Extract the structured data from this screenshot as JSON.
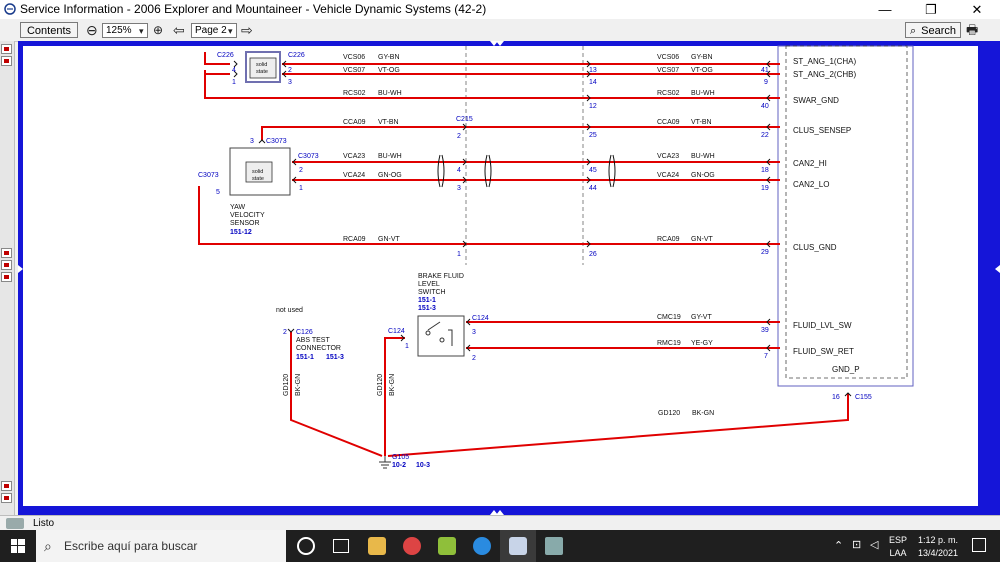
{
  "window": {
    "title": "Service Information - 2006 Explorer and Mountaineer - Vehicle Dynamic Systems (42-2)"
  },
  "window_controls": {
    "minimize": "—",
    "maximize": "❐",
    "close": "✕"
  },
  "toolbar": {
    "contents_label": "Contents",
    "zoom_value": "125%",
    "page_value": "Page 2",
    "search_label": "Search",
    "zoom_out_icon": "⊖",
    "back_icon": "⇦",
    "forward_icon": "⇨",
    "print_icon": "🖶"
  },
  "status": {
    "text": "Listo"
  },
  "taskbar": {
    "search_placeholder": "Escribe aquí para buscar",
    "lang_top": "ESP",
    "lang_bottom": "LAA",
    "time": "1:12 p. m.",
    "date": "13/4/2021"
  },
  "colors": {
    "wire": "#e00000",
    "label": "#0000c0",
    "frame": "#1515d8"
  },
  "diagram": {
    "connectors": {
      "c226a": "C226",
      "c226b": "C226",
      "c215": "C215",
      "c3073a": "C3073",
      "c3073b": "C3073",
      "c3073c": "C3073",
      "c126": "C126",
      "c124a": "C124",
      "c124b": "C124",
      "c155": "C155",
      "g105": "G105"
    },
    "pins": {
      "p226_4": "4",
      "p226_1": "1",
      "p226_2": "2",
      "p226_3": "3",
      "p13": "13",
      "p14": "14",
      "p12": "12",
      "p41": "41",
      "p9": "9",
      "p40": "40",
      "p215_2": "2",
      "p25": "25",
      "p22": "22",
      "p3073_3": "3",
      "p3073_2": "2",
      "p3073_1": "1",
      "p3073_5": "5",
      "pm4": "4",
      "pm3": "3",
      "p45": "45",
      "p44": "44",
      "p18": "18",
      "p19": "19",
      "pm1": "1",
      "p26": "26",
      "p29": "29",
      "p126_2": "2",
      "p124_3": "3",
      "p124_1": "1",
      "p124_2": "2",
      "p39": "39",
      "p7": "7",
      "p16": "16"
    },
    "circuits": {
      "vcs06a": "VCS06",
      "gybn_a": "GY-BN",
      "vcs06b": "VCS06",
      "gybn_b": "GY-BN",
      "vcs07a": "VCS07",
      "vtog_a": "VT-OG",
      "vcs07b": "VCS07",
      "vtog_b": "VT-OG",
      "rcs02a": "RCS02",
      "buwh_a": "BU-WH",
      "rcs02b": "RCS02",
      "buwh_b": "BU-WH",
      "cca09a": "CCA09",
      "vtbn_a": "VT-BN",
      "cca09b": "CCA09",
      "vtbn_b": "VT-BN",
      "vca23a": "VCA23",
      "buwh_c": "BU-WH",
      "vca23b": "VCA23",
      "buwh_d": "BU-WH",
      "vca24a": "VCA24",
      "gnog_a": "GN-OG",
      "vca24b": "VCA24",
      "gnog_b": "GN-OG",
      "rca09a": "RCA09",
      "gnvt_a": "GN-VT",
      "rca09b": "RCA09",
      "gnvt_b": "GN-VT",
      "cmc19": "CMC19",
      "gyvt": "GY-VT",
      "rmc19": "RMC19",
      "yegy": "YE-GY",
      "gd120a": "GD120",
      "bkgn_a": "BK-GN",
      "gd120b": "GD120",
      "bkgn_b": "BK-GN",
      "gd120c": "GD120",
      "bkgn_c": "BK-GN"
    },
    "module_pins": {
      "st_ang1": "ST_ANG_1(CHA)",
      "st_ang2": "ST_ANG_2(CHB)",
      "swar_gnd": "SWAR_GND",
      "clus_sensep": "CLUS_SENSEP",
      "can2_hi": "CAN2_HI",
      "can2_lo": "CAN2_LO",
      "clus_gnd": "CLUS_GND",
      "fluid_lvl_sw": "FLUID_LVL_SW",
      "fluid_sw_ret": "FLUID_SW_RET",
      "gnd_p": "GND_P"
    },
    "components": {
      "solid_state_a": [
        "solid",
        "state"
      ],
      "solid_state_b": [
        "solid",
        "state"
      ],
      "yaw_l1": "YAW",
      "yaw_l2": "VELOCITY",
      "yaw_l3": "SENSOR",
      "yaw_ref": "151-12",
      "not_used": "not used",
      "abs_l1": "ABS TEST",
      "abs_l2": "CONNECTOR",
      "abs_ref1": "151-1",
      "abs_ref2": "151-3",
      "bfl_l1": "BRAKE FLUID",
      "bfl_l2": "LEVEL",
      "bfl_l3": "SWITCH",
      "bfl_ref1": "151-1",
      "bfl_ref2": "151-3",
      "g105_ref1": "10-2",
      "g105_ref2": "10-3"
    }
  }
}
